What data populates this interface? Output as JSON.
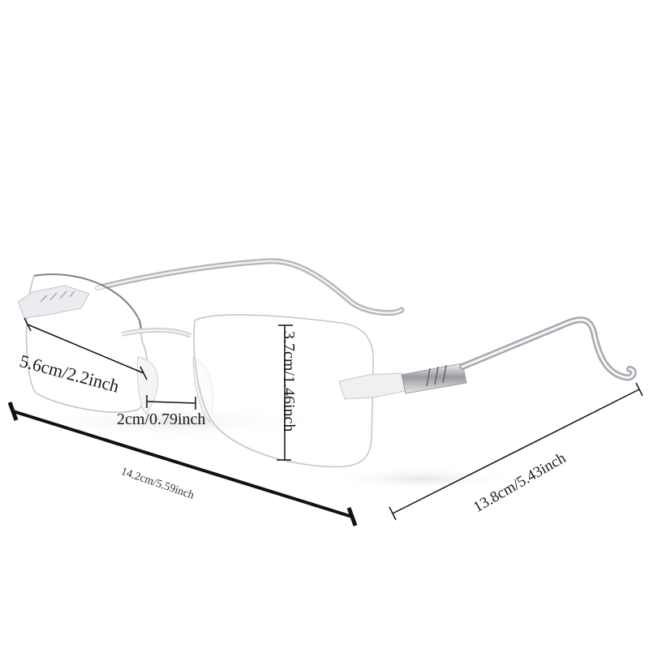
{
  "image": {
    "subject": "rimless reading glasses",
    "background_color": "#ffffff",
    "frame_color": "#c8c8cc",
    "line_color": "#111111"
  },
  "dimensions": {
    "lens_width": "5.6cm/2.2inch",
    "bridge_width": "2cm/0.79inch",
    "lens_height": "3.7cm/1.46inch",
    "total_width": "14.2cm/5.59inch",
    "temple_length": "13.8cm/5.43inch"
  }
}
